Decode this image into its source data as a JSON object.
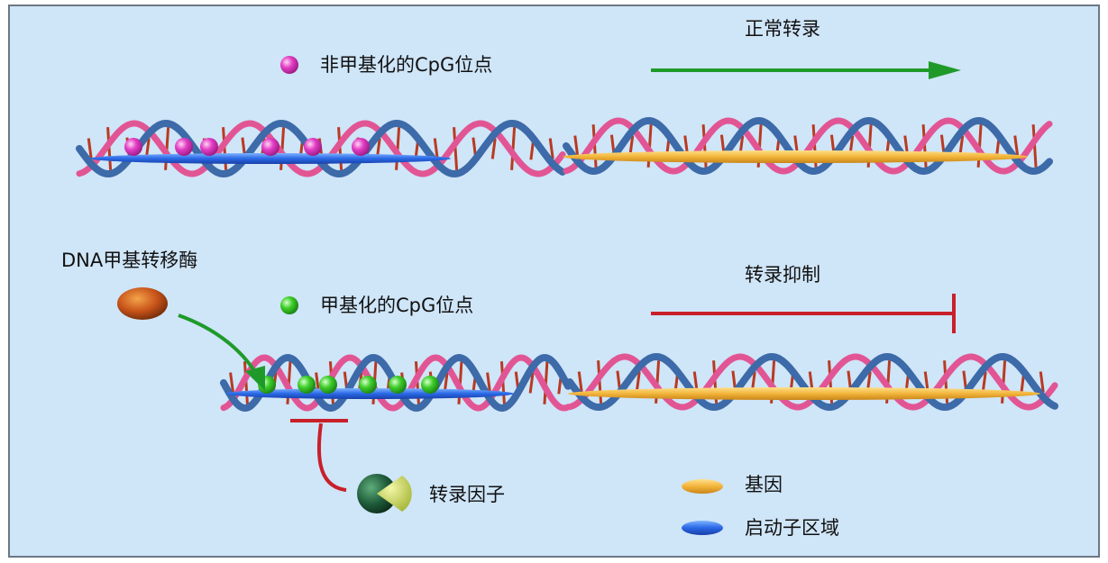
{
  "labels": {
    "normal_transcription": "正常转录",
    "unmethylated_cpg": "非甲基化的CpG位点",
    "dnmt": "DNA甲基转移酶",
    "transcription_repression": "转录抑制",
    "methylated_cpg": "甲基化的CpG位点",
    "transcription_factor": "转录因子",
    "legend_gene": "基因",
    "legend_promoter": "启动子区域"
  },
  "colors": {
    "background": "#cfe5f8",
    "border": "#6b7784",
    "gene": "#f2b43a",
    "promoter": "#2a68e6",
    "unmethylated_site": "#e33ec5",
    "methylated_site": "#3fcf2a",
    "activation_arrow": "#1f9a2a",
    "repression": "#c8202a",
    "dna_strand_blue": "#3d6aa8",
    "dna_strand_pink": "#e25594",
    "base_pair": "#b83a22",
    "enzyme": "#c8541a",
    "transcription_factor": "#1f5b3a"
  },
  "unmethylated_site_count": 6,
  "methylated_site_count": 6
}
